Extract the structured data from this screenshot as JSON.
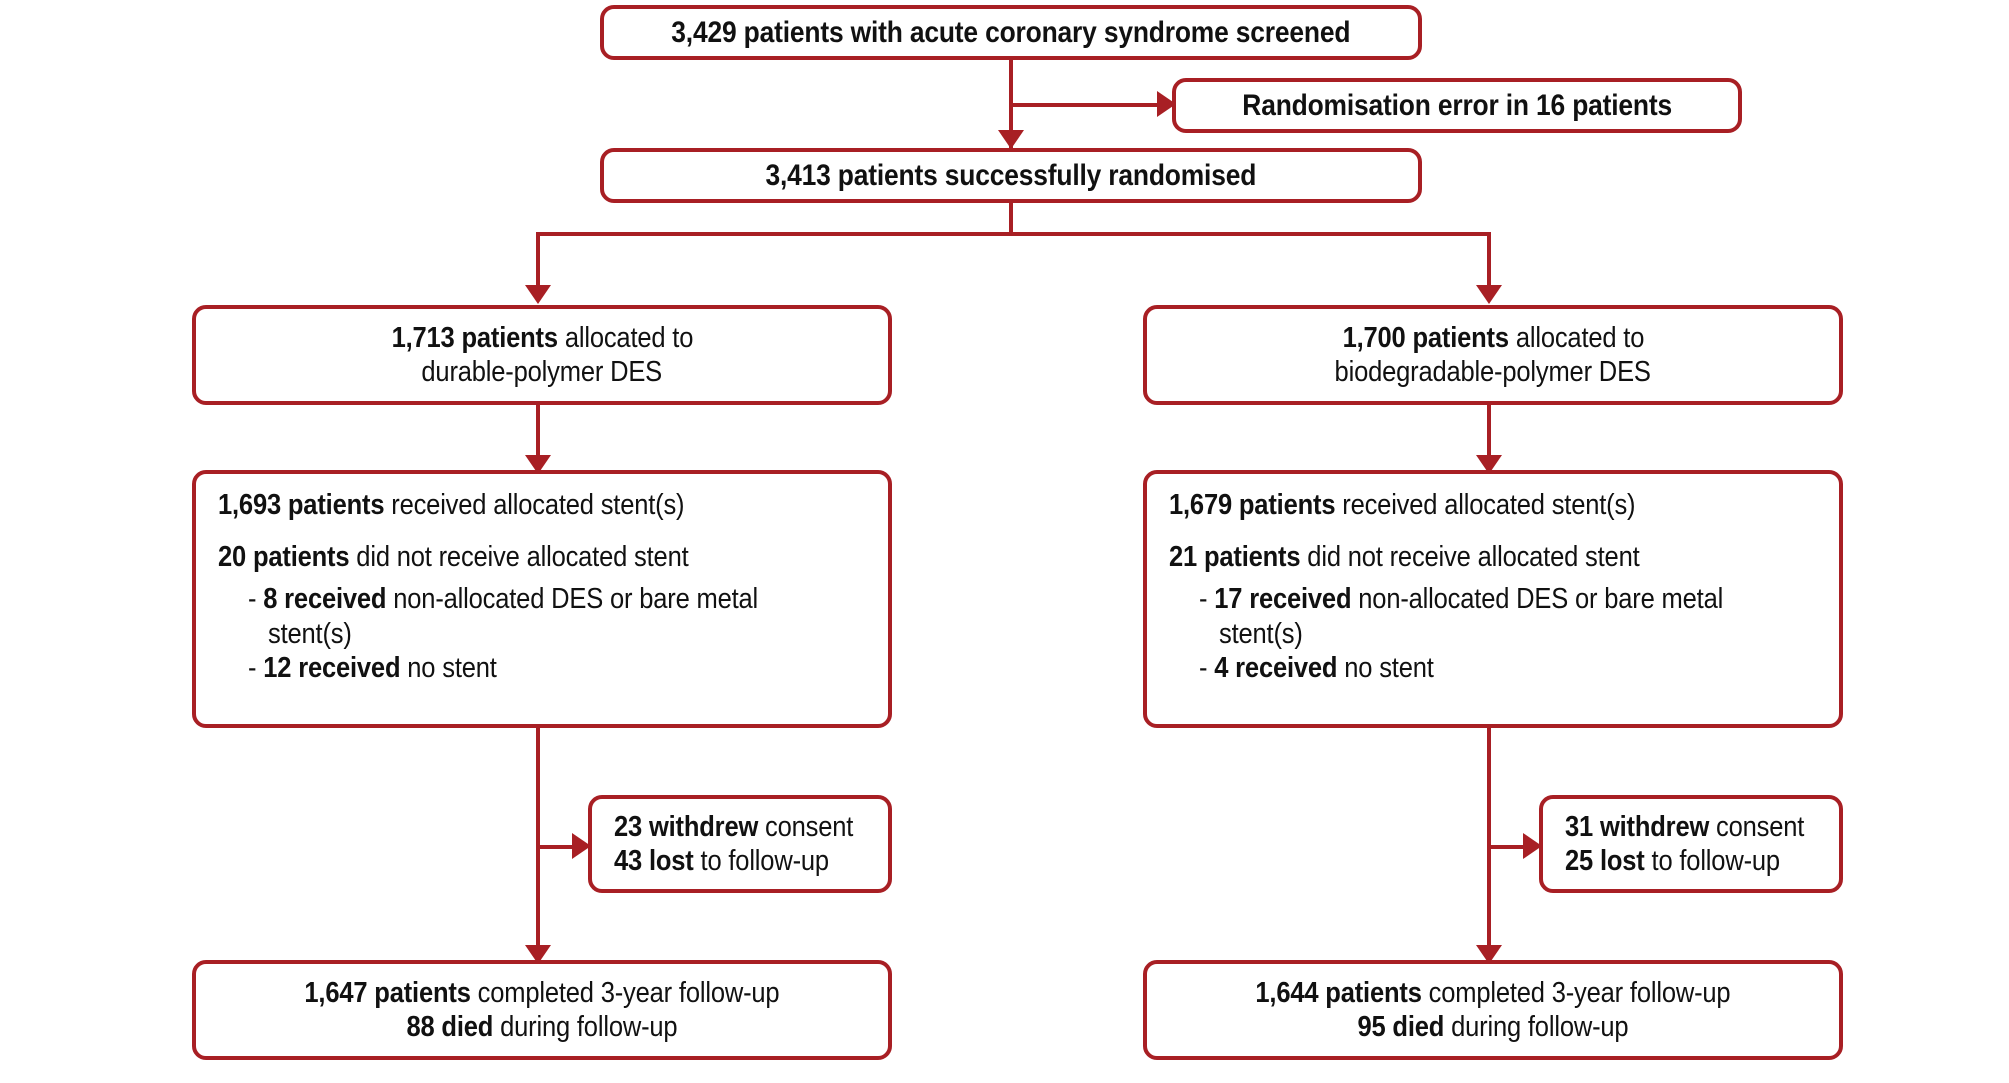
{
  "diagram": {
    "type": "consort-flow-diagram",
    "accent_color": "#a81f24",
    "text_color": "#111111",
    "background_color": "#ffffff"
  },
  "screening": {
    "count": "3,429",
    "text": "3,429 patients with acute coronary syndrome screened"
  },
  "exclusion": {
    "text": "Randomisation error in 16 patients",
    "count": "16"
  },
  "randomised": {
    "count": "3,413",
    "text": "3,413 patients successfully randomised"
  },
  "arms": [
    {
      "id": "durable-polymer",
      "allocation": {
        "count": "1,713 patients",
        "rest": " allocated to",
        "line2": "durable-polymer DES"
      },
      "treatment": {
        "received_bold": "1,693 patients",
        "received_rest": " received allocated stent(s)",
        "notreceived_bold": "20 patients",
        "notreceived_rest": " did not receive allocated stent",
        "bullets": [
          {
            "dash": "- ",
            "bold": "8 received",
            "rest": " non-allocated DES or bare metal",
            "cont": "stent(s)"
          },
          {
            "dash": "- ",
            "bold": "12 received",
            "rest": " no stent",
            "cont": ""
          }
        ]
      },
      "losses": {
        "line1_bold": "23 withdrew",
        "line1_rest": " consent",
        "line2_bold": "43 lost",
        "line2_rest": " to follow-up"
      },
      "outcome": {
        "line1_bold": "1,647 patients",
        "line1_rest": " completed 3-year follow-up",
        "line2_bold": "88 died",
        "line2_rest": " during follow-up"
      }
    },
    {
      "id": "biodegradable-polymer",
      "allocation": {
        "count": "1,700 patients",
        "rest": " allocated to",
        "line2": "biodegradable-polymer DES"
      },
      "treatment": {
        "received_bold": "1,679 patients",
        "received_rest": " received allocated stent(s)",
        "notreceived_bold": "21 patients",
        "notreceived_rest": " did not receive allocated stent",
        "bullets": [
          {
            "dash": "- ",
            "bold": "17 received",
            "rest": " non-allocated DES or bare metal",
            "cont": "stent(s)"
          },
          {
            "dash": "- ",
            "bold": "4 received",
            "rest": " no stent",
            "cont": ""
          }
        ]
      },
      "losses": {
        "line1_bold": "31 withdrew",
        "line1_rest": " consent",
        "line2_bold": "25 lost",
        "line2_rest": " to follow-up"
      },
      "outcome": {
        "line1_bold": "1,644 patients",
        "line1_rest": " completed 3-year follow-up",
        "line2_bold": "95 died",
        "line2_rest": " during follow-up"
      }
    }
  ]
}
